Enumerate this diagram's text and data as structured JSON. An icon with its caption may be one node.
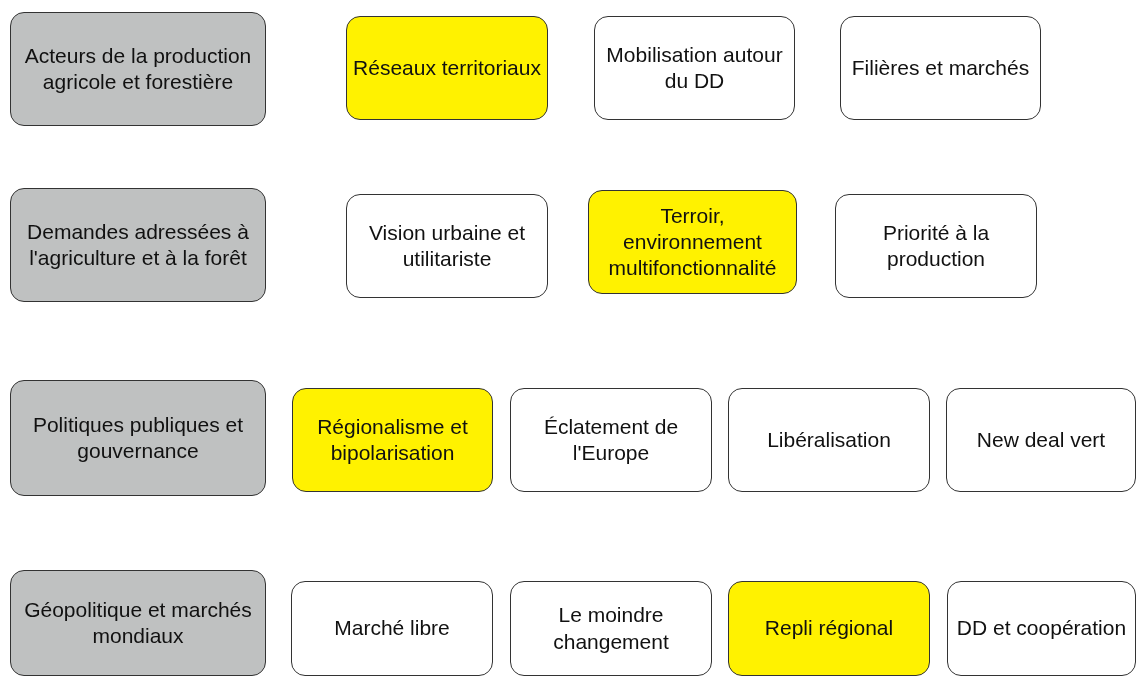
{
  "diagram": {
    "nodes": [
      {
        "text": [
          "Acteurs de la production agricole et forestière"
        ]
      },
      {
        "text": [
          "Réseaux territoriaux"
        ]
      },
      {
        "text": [
          "Mobilisation autour du DD"
        ]
      },
      {
        "text": [
          "Filières et marchés"
        ]
      },
      {
        "text": [
          "Demandes adressées à l'agriculture et à la forêt"
        ]
      },
      {
        "text": [
          "Vision urbaine et utilitariste"
        ]
      },
      {
        "text": [
          "Terroir, environnement multifonctionnalité"
        ]
      },
      {
        "text": [
          "Priorité à la production"
        ]
      },
      {
        "text": [
          "Politiques publiques et gouvernance"
        ]
      },
      {
        "text": [
          "Régionalisme et bipolarisation"
        ]
      },
      {
        "text": [
          "Éclatement de l'Europe"
        ]
      },
      {
        "text": [
          "Libéralisation"
        ]
      },
      {
        "text": [
          "New deal vert"
        ]
      },
      {
        "text": [
          "Géopolitique et marchés mondiaux"
        ]
      },
      {
        "text": [
          "Marché libre"
        ]
      },
      {
        "text": [
          "Le moindre changement"
        ]
      },
      {
        "text": [
          "Repli régional"
        ]
      },
      {
        "text": [
          "DD et coopération"
        ]
      }
    ]
  }
}
